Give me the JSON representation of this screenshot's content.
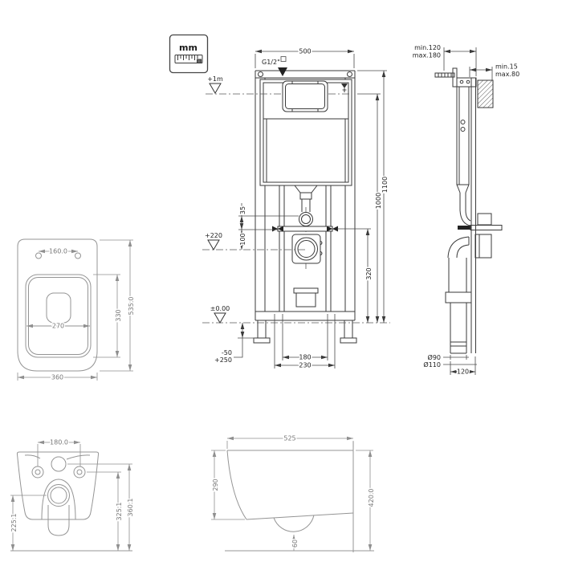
{
  "unit_badge": {
    "label": "mm"
  },
  "front_view": {
    "width_500": "500",
    "inlet_label": "G1/2\"",
    "level_plus1m": "+1m",
    "dim_35": "35",
    "dim_100": "100",
    "level_plus220": "+220",
    "level_zero": "±0.00",
    "adjust_minus50": "-50",
    "adjust_plus250": "+250",
    "dim_180": "180",
    "dim_230": "230",
    "dim_320": "320",
    "dim_1000": "1000",
    "dim_1100": "1100"
  },
  "side_view": {
    "depth_min": "min.120",
    "depth_max": "max.180",
    "plate_min": "min.15",
    "plate_max": "max.80",
    "drain_d90": "Ø90",
    "drain_d110": "Ø110",
    "dim_120": "120"
  },
  "pan_top_view": {
    "holes_160": "160.0",
    "bowl_270": "270",
    "depth_330": "330",
    "width_360": "360",
    "length_535": "535.0"
  },
  "pan_rear_view": {
    "holes_180": "180.0",
    "height_225": "225.1",
    "height_325": "325.1",
    "height_360": "360.1"
  },
  "pan_side_view": {
    "length_525": "525",
    "front_height_290": "290",
    "total_height_420": "420.0",
    "outlet_60": "60"
  }
}
